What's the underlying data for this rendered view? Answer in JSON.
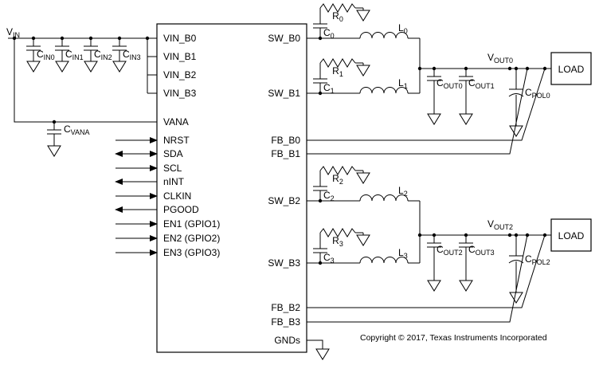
{
  "ic": {
    "left_pins": [
      "VIN_B0",
      "VIN_B1",
      "VIN_B2",
      "VIN_B3",
      "VANA",
      "NRST",
      "SDA",
      "SCL",
      "nINT",
      "CLKIN",
      "PGOOD",
      "EN1 (GPIO1)",
      "EN2 (GPIO2)",
      "EN3 (GPIO3)"
    ],
    "right_pins": [
      "SW_B0",
      "SW_B1",
      "FB_B0",
      "FB_B1",
      "SW_B2",
      "SW_B3",
      "FB_B2",
      "FB_B3",
      "GNDs"
    ]
  },
  "labels": {
    "vin": {
      "main": "V",
      "sub": "IN"
    },
    "cin": [
      {
        "main": "C",
        "sub": "IN0"
      },
      {
        "main": "C",
        "sub": "IN1"
      },
      {
        "main": "C",
        "sub": "IN2"
      },
      {
        "main": "C",
        "sub": "IN3"
      }
    ],
    "cvana": {
      "main": "C",
      "sub": "VANA"
    },
    "r": [
      {
        "main": "R",
        "sub": "0"
      },
      {
        "main": "R",
        "sub": "1"
      },
      {
        "main": "R",
        "sub": "2"
      },
      {
        "main": "R",
        "sub": "3"
      }
    ],
    "c": [
      {
        "main": "C",
        "sub": "0"
      },
      {
        "main": "C",
        "sub": "1"
      },
      {
        "main": "C",
        "sub": "2"
      },
      {
        "main": "C",
        "sub": "3"
      }
    ],
    "l": [
      {
        "main": "L",
        "sub": "0"
      },
      {
        "main": "L",
        "sub": "1"
      },
      {
        "main": "L",
        "sub": "2"
      },
      {
        "main": "L",
        "sub": "3"
      }
    ],
    "cout": [
      {
        "main": "C",
        "sub": "OUT0"
      },
      {
        "main": "C",
        "sub": "OUT1"
      },
      {
        "main": "C",
        "sub": "OUT2"
      },
      {
        "main": "C",
        "sub": "OUT3"
      }
    ],
    "cpol": [
      {
        "main": "C",
        "sub": "POL0"
      },
      {
        "main": "C",
        "sub": "POL2"
      }
    ],
    "vout": [
      {
        "main": "V",
        "sub": "OUT0"
      },
      {
        "main": "V",
        "sub": "OUT2"
      }
    ],
    "load": [
      "LOAD",
      "LOAD"
    ]
  },
  "copyright": "Copyright © 2017, Texas Instruments Incorporated",
  "colors": {
    "line": "#000000",
    "background": "#ffffff"
  }
}
